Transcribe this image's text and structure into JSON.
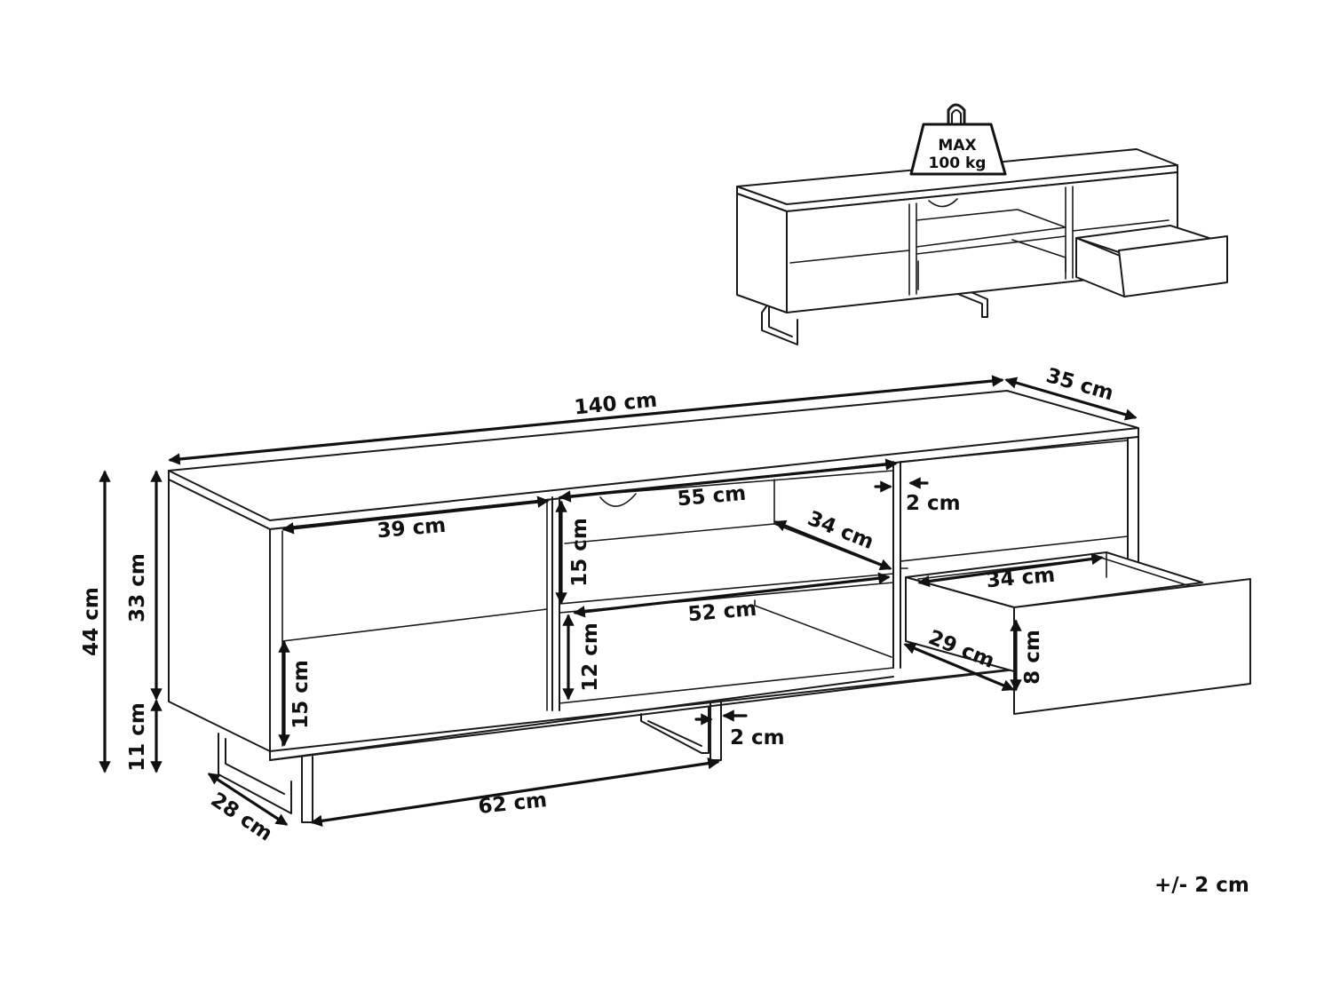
{
  "weight": {
    "line1": "MAX",
    "line2": "100 kg"
  },
  "dimensions": {
    "total_width": "140 cm",
    "depth": "35 cm",
    "left_shelf_width": "39 cm",
    "middle_shelf_width": "55 cm",
    "panel_thickness": "2 cm",
    "middle_shelf_depth": "34 cm",
    "middle_upper_height": "15 cm",
    "middle_lower_width": "52 cm",
    "middle_lower_height": "12 cm",
    "left_lower_height": "15 cm",
    "drawer_inner_width": "34 cm",
    "drawer_depth": "29 cm",
    "drawer_height": "8 cm",
    "total_height": "44 cm",
    "body_height": "33 cm",
    "leg_height": "11 cm",
    "leg_thickness": "2 cm",
    "leg_depth": "28 cm",
    "leg_span": "62 cm"
  },
  "tolerance": "+/- 2 cm"
}
